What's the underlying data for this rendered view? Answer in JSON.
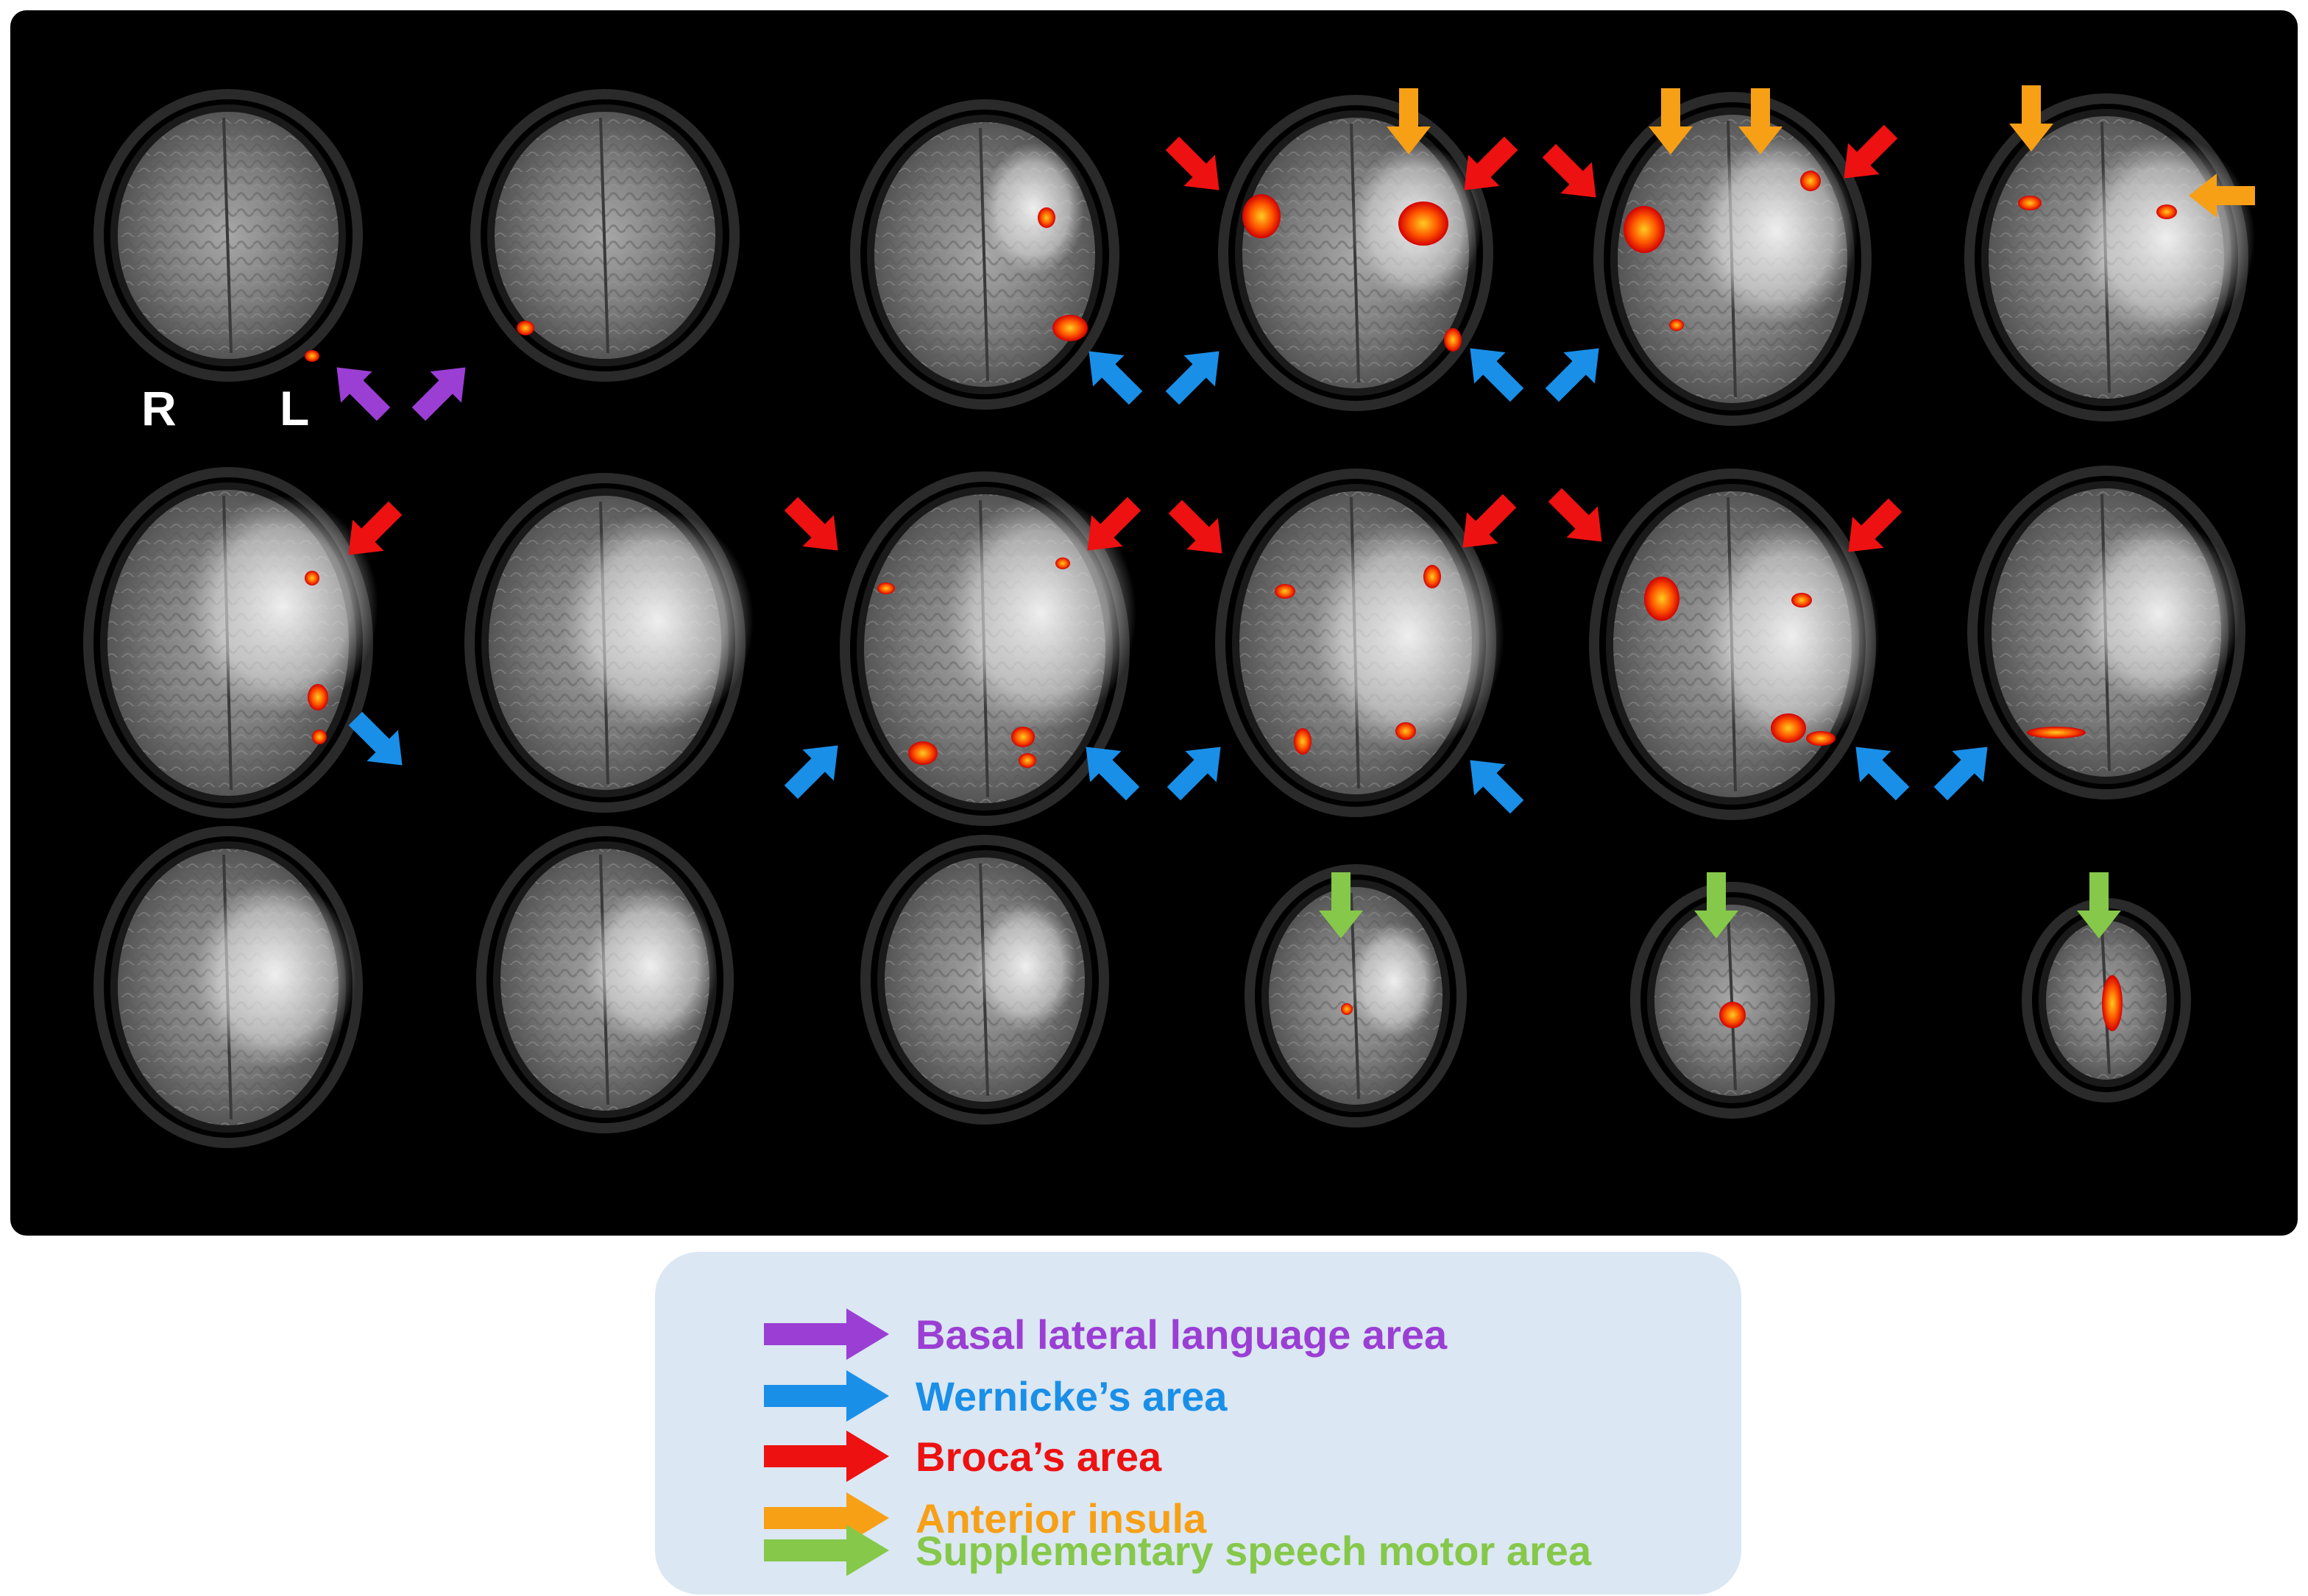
{
  "figure": {
    "orientation_labels": {
      "right": "R",
      "left": "L"
    },
    "slice_rows": 3,
    "slices_per_row": 6
  },
  "legend": {
    "items": [
      {
        "key": "basal",
        "label": "Basal lateral language area",
        "color": "#9b3fd4"
      },
      {
        "key": "wernicke",
        "label": "Wernicke’s area",
        "color": "#1a8fe8"
      },
      {
        "key": "broca",
        "label": "Broca’s area",
        "color": "#ee1111"
      },
      {
        "key": "insula",
        "label": "Anterior insula",
        "color": "#f7a016"
      },
      {
        "key": "ssma",
        "label": "Supplementary speech motor area",
        "color": "#86c84a"
      }
    ]
  }
}
